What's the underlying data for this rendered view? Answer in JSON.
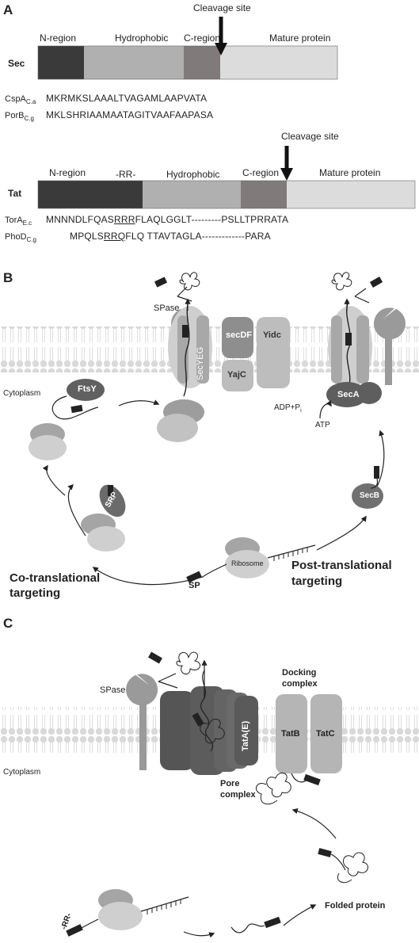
{
  "panel_a": {
    "letter": "A",
    "sec": {
      "row_label": "Sec",
      "cleavage_label": "Cleavage site",
      "regions": [
        "N-region",
        "Hydrophobic",
        "C-region",
        "Mature protein"
      ],
      "sequences": [
        {
          "name": "CspA",
          "sub": "C.a",
          "seq": "MKRMKSLAAALTVAGAMLAAPVATA"
        },
        {
          "name": "PorB",
          "sub": "C.g",
          "seq": "MKLSHRIAAMAATAGITVAAFAAPASA"
        }
      ]
    },
    "tat": {
      "row_label": "Tat",
      "cleavage_label": "Cleavage site",
      "regions": [
        "N-region",
        "-RR-",
        "Hydrophobic",
        "C-region",
        "Mature protein"
      ],
      "sequences": [
        {
          "name": "TorA",
          "sub": "E.c",
          "seq_pre": "MNNNDLFQAS",
          "seq_rr": "RRR",
          "seq_post": "FLAQLGGLT---------PSLLTPRRATA"
        },
        {
          "name": "PhoD",
          "sub": "C.g",
          "seq_pre": "MPQLS",
          "seq_rr": "RRQ",
          "seq_post": "FLQ TTAVTAGLA-------------PARA"
        }
      ]
    }
  },
  "panel_b": {
    "letter": "B",
    "labels": {
      "spase": "SPase",
      "secyeg": "SecYEG",
      "secdf": "secDF",
      "yajc": "YajC",
      "yidc": "Yidc",
      "cytoplasm": "Cytoplasm",
      "ftsy": "FtsY",
      "seca": "SecA",
      "adp": "ADP+P",
      "adp_sub": "i",
      "atp": "ATP",
      "secb": "SecB",
      "srp": "SRP",
      "sp": "SP",
      "ribosome": "Ribosome",
      "co_line1": "Co-translational",
      "co_line2": "targeting",
      "post_line1": "Post-translational",
      "post_line2": "targeting"
    }
  },
  "panel_c": {
    "letter": "C",
    "labels": {
      "spase": "SPase",
      "docking_line1": "Docking",
      "docking_line2": "complex",
      "tata": "TatA(E)",
      "tatb": "TatB",
      "tatc": "TatC",
      "cytoplasm": "Cytoplasm",
      "pore_line1": "Pore",
      "pore_line2": "complex",
      "rr": "-RR-",
      "folded": "Folded protein"
    }
  },
  "colors": {
    "dark": "#3a3a3a",
    "mid": "#8a8a8a",
    "light": "#c8c8c8",
    "lighter": "#e2e2e2",
    "membrane": "#dcdcdc"
  }
}
